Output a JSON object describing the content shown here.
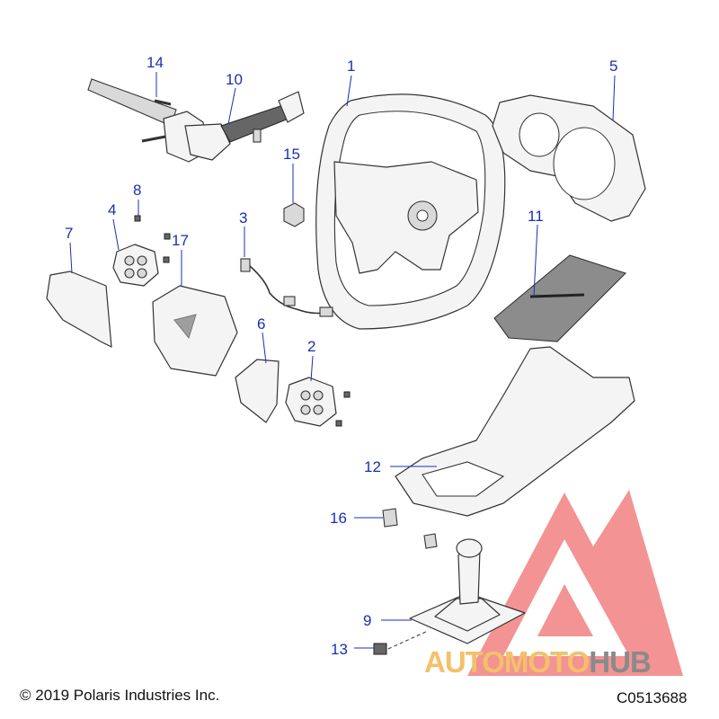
{
  "callouts": [
    "1",
    "2",
    "3",
    "4",
    "5",
    "6",
    "7",
    "8",
    "9",
    "10",
    "11",
    "12",
    "13",
    "14",
    "15",
    "16",
    "17"
  ],
  "footer": {
    "copyright": "© 2019 Polaris Industries Inc.",
    "ref": "C0513688"
  },
  "watermark": {
    "brand_left": "AUTOMOTO",
    "brand_right": "HUB",
    "colors": {
      "triangle": "#f07070",
      "brand_left": "#f4c06a",
      "brand_right": "#8a8a8a"
    }
  },
  "colors": {
    "callout": "#1a2fb3"
  }
}
